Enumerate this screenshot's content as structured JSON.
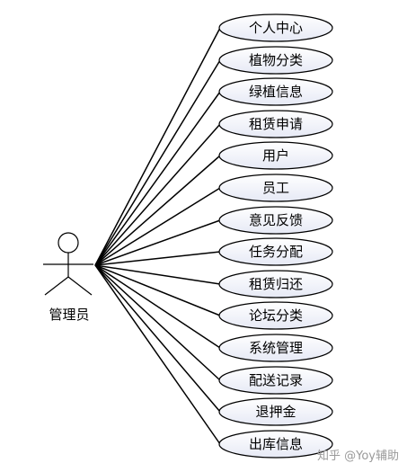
{
  "actor": {
    "label": "管理员"
  },
  "use_cases": [
    "个人中心",
    "植物分类",
    "绿植信息",
    "租赁申请",
    "用户",
    "员工",
    "意见反馈",
    "任务分配",
    "租赁归还",
    "论坛分类",
    "系统管理",
    "配送记录",
    "退押金",
    "出库信息"
  ],
  "watermark": "知乎 @Yoy辅助",
  "colors": {
    "line": "#000000",
    "ellipse_fill_top": "#ffffff",
    "ellipse_fill_bottom": "#e6e9f5"
  }
}
